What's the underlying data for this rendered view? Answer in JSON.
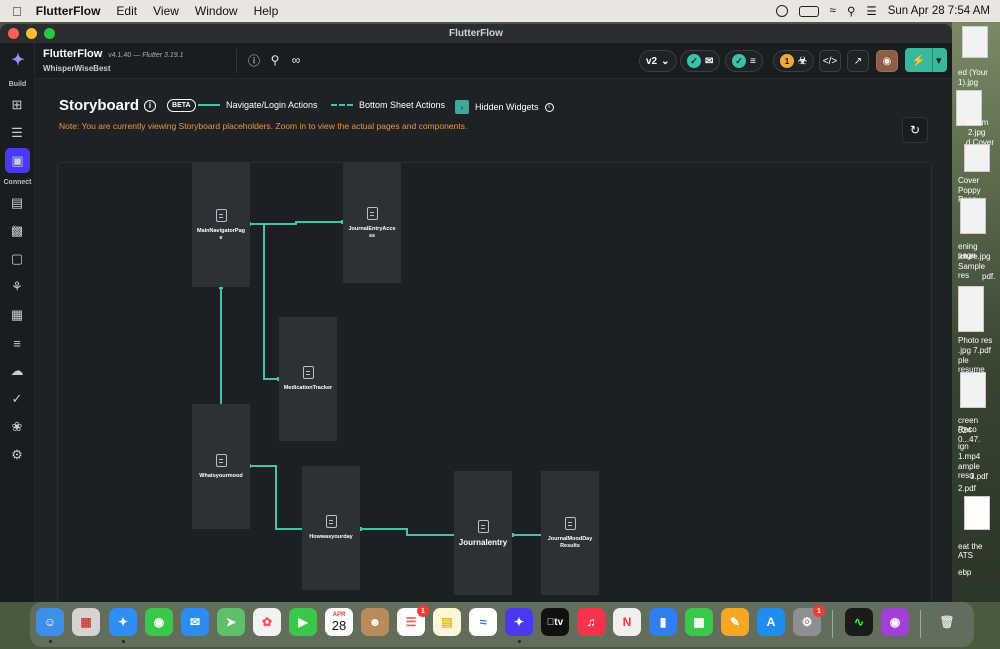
{
  "menubar": {
    "app_name": "FlutterFlow",
    "menus": [
      "Edit",
      "View",
      "Window",
      "Help"
    ],
    "datetime": "Sun Apr 28  7:54 AM"
  },
  "window": {
    "title": "FlutterFlow"
  },
  "topbar": {
    "brand": "FlutterFlow",
    "version": "v4.1.40 —",
    "flutter": "Flutter 3.19.1",
    "project": "WhisperWiseBest",
    "branch": "v2",
    "warning_count": "1"
  },
  "sidebar": {
    "build_label": "Build",
    "connect_label": "Connect"
  },
  "storyboard": {
    "title": "Storyboard",
    "beta": "BETA",
    "legend_navigate": "Navigate/Login Actions",
    "legend_bottom_sheet": "Bottom Sheet Actions",
    "legend_hidden": "Hidden Widgets",
    "note": "Note: You are currently viewing Storyboard placeholders. Zoom in to view the actual pages and components."
  },
  "nodes": [
    {
      "id": "main",
      "label": "MainNavigatorPage"
    },
    {
      "id": "journalaccess",
      "label": "JournalEntryAccess"
    },
    {
      "id": "medication",
      "label": "MedicationTracker"
    },
    {
      "id": "mood",
      "label": "Whatsyourmood"
    },
    {
      "id": "howday",
      "label": "Howwasyourday"
    },
    {
      "id": "journal",
      "label": "Journalentry"
    },
    {
      "id": "results",
      "label": "JournalMoodDay Results"
    }
  ],
  "desktop_files": [
    "ed (Your",
    "1).jpg",
    "resum",
    "2.jpg",
    "d Cover",
    "png",
    "Cover",
    "Poppy Poopy",
    "ening page",
    "icture.jpg",
    "Sample res",
    "pdf.",
    "Photo res",
    ".jpg 7.pdf",
    "ple resume",
    "creen Reco",
    "024-0...47.",
    "ign",
    "1.mp4",
    "ample resu",
    "3.pdf",
    "2.pdf",
    "eat the ATS",
    "ebp"
  ],
  "dock": {
    "calendar_month": "APR",
    "calendar_day": "28",
    "reminders_badge": "1",
    "settings_badge": "1",
    "tv_label": "tv"
  },
  "colors": {
    "accent": "#4b39ef",
    "edge": "#46c4ab",
    "note": "#f0953a",
    "node": "#2c3136"
  }
}
